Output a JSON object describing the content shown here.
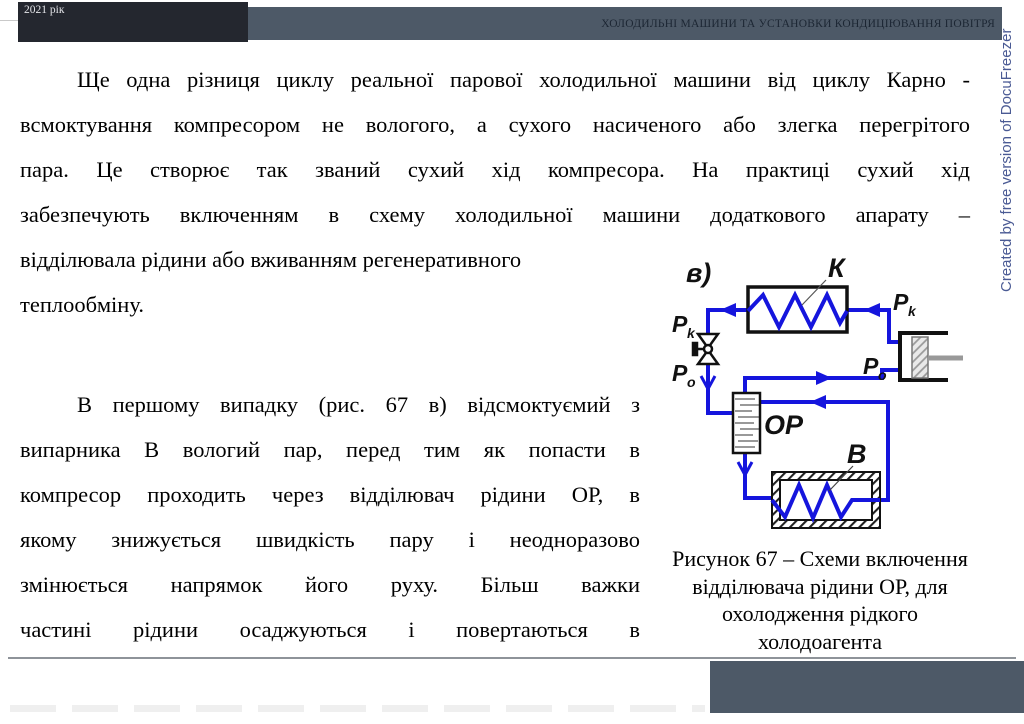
{
  "header": {
    "year_label": "2021 рік",
    "title": "ХОЛОДИЛЬНІ МАШИНИ ТА УСТАНОВКИ КОНДИЦІЮВАННЯ ПОВІТРЯ"
  },
  "watermark": "Created by free version of DocuFreezer",
  "paragraph1": {
    "lines": [
      "Ще одна різниця циклу реальної парової холодильної машини від циклу Карно -",
      "всмоктування компресором не вологого, а сухого насиченого або злегка перегрітого",
      "пара. Це створює так званий сухий хід компресора. На практиці сухий хід",
      "забезпечують включенням в схему холодильної машини додаткового апарату –",
      "відділювала рідини або вживанням регенеративного",
      "теплообміну."
    ]
  },
  "paragraph2": {
    "lines": [
      "В першому випадку (рис. 67 в) відсмоктуємий з",
      "випарника В вологий пар, перед тим як попасти в",
      "компресор проходить через відділювач рідини ОР, в",
      "якому знижується швидкість пару і неодноразово",
      "змінюється напрямок його руху. Більш важки",
      "частині рідини осаджуються і повертаються в"
    ]
  },
  "figure": {
    "panel_label": "в)",
    "condenser_label": "К",
    "evaporator_label": "В",
    "separator_label": "ОР",
    "pressure_p": "P",
    "sub_k": "k",
    "sub_o": "o",
    "caption_lines": [
      "Рисунок 67 – Схеми включення",
      "відділювача рідини ОР, для",
      "охолодження рідкого",
      "холодоагента"
    ]
  },
  "colors": {
    "pipe_blue": "#1515dd",
    "slate_bar": "#4d5967",
    "dark_box": "#24272f",
    "watermark_blue": "#4a5a94"
  }
}
